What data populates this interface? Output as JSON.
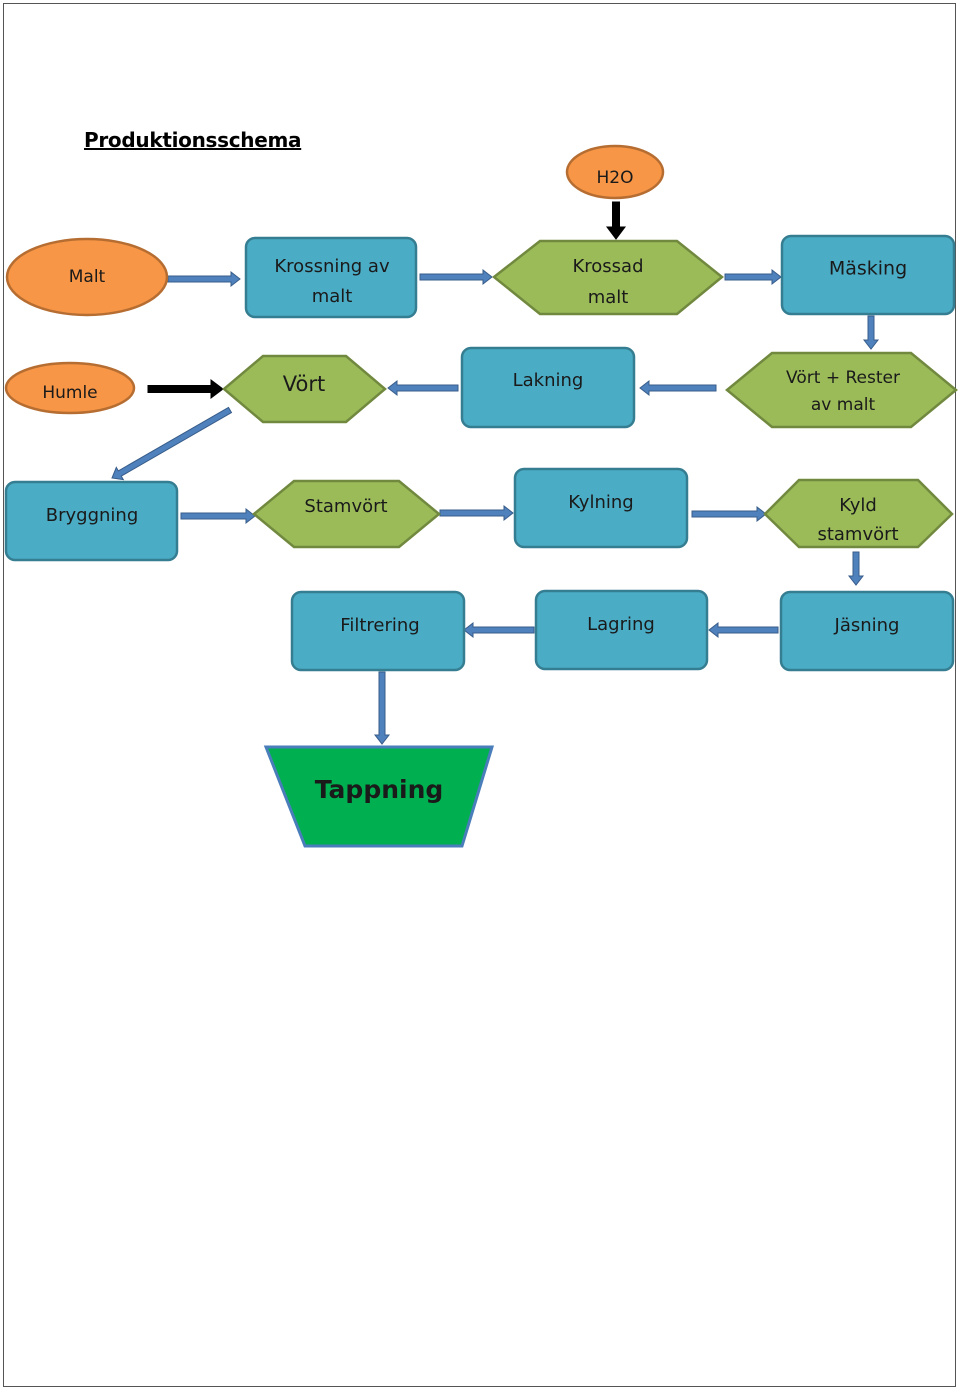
{
  "title": "Produktionsschema",
  "colors": {
    "process_fill": "#4bacc6",
    "process_stroke": "#357d91",
    "product_fill": "#9bbb59",
    "product_stroke": "#71893f",
    "input_fill": "#f79646",
    "input_stroke": "#b66d31",
    "final_fill": "#00b050",
    "final_stroke": "#4a7ebb",
    "arrow_fill": "#4f81bd",
    "arrow_stroke": "#385d8a",
    "black_arrow": "#000000"
  },
  "nodes": {
    "h2o": {
      "lines": [
        "H2O"
      ]
    },
    "malt": {
      "lines": [
        "Malt"
      ]
    },
    "krossning": {
      "lines": [
        "Krossning av",
        "malt"
      ]
    },
    "krossad": {
      "lines": [
        "Krossad",
        "malt"
      ]
    },
    "masking": {
      "lines": [
        "Mäsking"
      ]
    },
    "humle": {
      "lines": [
        "Humle"
      ]
    },
    "vort": {
      "lines": [
        "Vört"
      ]
    },
    "lakning": {
      "lines": [
        "Lakning"
      ]
    },
    "vort_rester": {
      "lines": [
        "Vört + Rester",
        "av malt"
      ]
    },
    "bryggning": {
      "lines": [
        "Bryggning"
      ]
    },
    "stamvort": {
      "lines": [
        "Stamvört"
      ]
    },
    "kylning": {
      "lines": [
        "Kylning"
      ]
    },
    "kyld": {
      "lines": [
        "Kyld",
        "stamvört"
      ]
    },
    "filtrering": {
      "lines": [
        "Filtrering"
      ]
    },
    "lagring": {
      "lines": [
        "Lagring"
      ]
    },
    "jasning": {
      "lines": [
        "Jäsning"
      ]
    },
    "tappning": {
      "lines": [
        "Tappning"
      ]
    }
  }
}
